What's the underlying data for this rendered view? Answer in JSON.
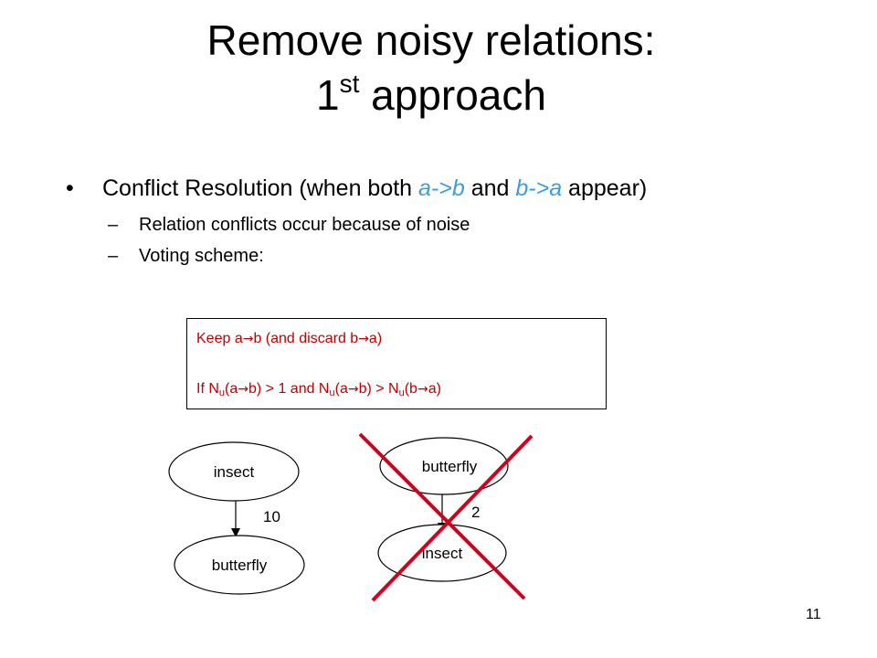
{
  "title": {
    "line1": "Remove noisy relations:",
    "line2_main": "1",
    "line2_sup": "st",
    "line2_rest": " approach"
  },
  "bullet": {
    "dot": "•",
    "lead": "Conflict Resolution  (when both ",
    "a_b": "a->b",
    "and": " and ",
    "b_a": "b->a",
    "tail": " appear)"
  },
  "subbullets": [
    {
      "dash": "–",
      "text": "Relation conflicts occur because of noise"
    },
    {
      "dash": "–",
      "text": "Voting scheme:"
    }
  ],
  "rule": {
    "line1_a": "Keep a",
    "line1_b": "b (and discard b",
    "line1_c": "a)",
    "line2_a": "If N",
    "line2_sub1": "u",
    "line2_b": "(a",
    "line2_c": "b) > 1 and N",
    "line2_sub2": "u",
    "line2_d": "(a",
    "line2_e": "b) > N",
    "line2_sub3": "u",
    "line2_f": "(b",
    "line2_g": "a)",
    "arrow": "→"
  },
  "diagram_left": {
    "top_node": "insect",
    "bottom_node": "butterfly",
    "edge_count": "10"
  },
  "diagram_right": {
    "top_node": "butterfly",
    "bottom_node": "insect",
    "edge_count": "2"
  },
  "cross_color": "#d0021b",
  "page_number": "11"
}
